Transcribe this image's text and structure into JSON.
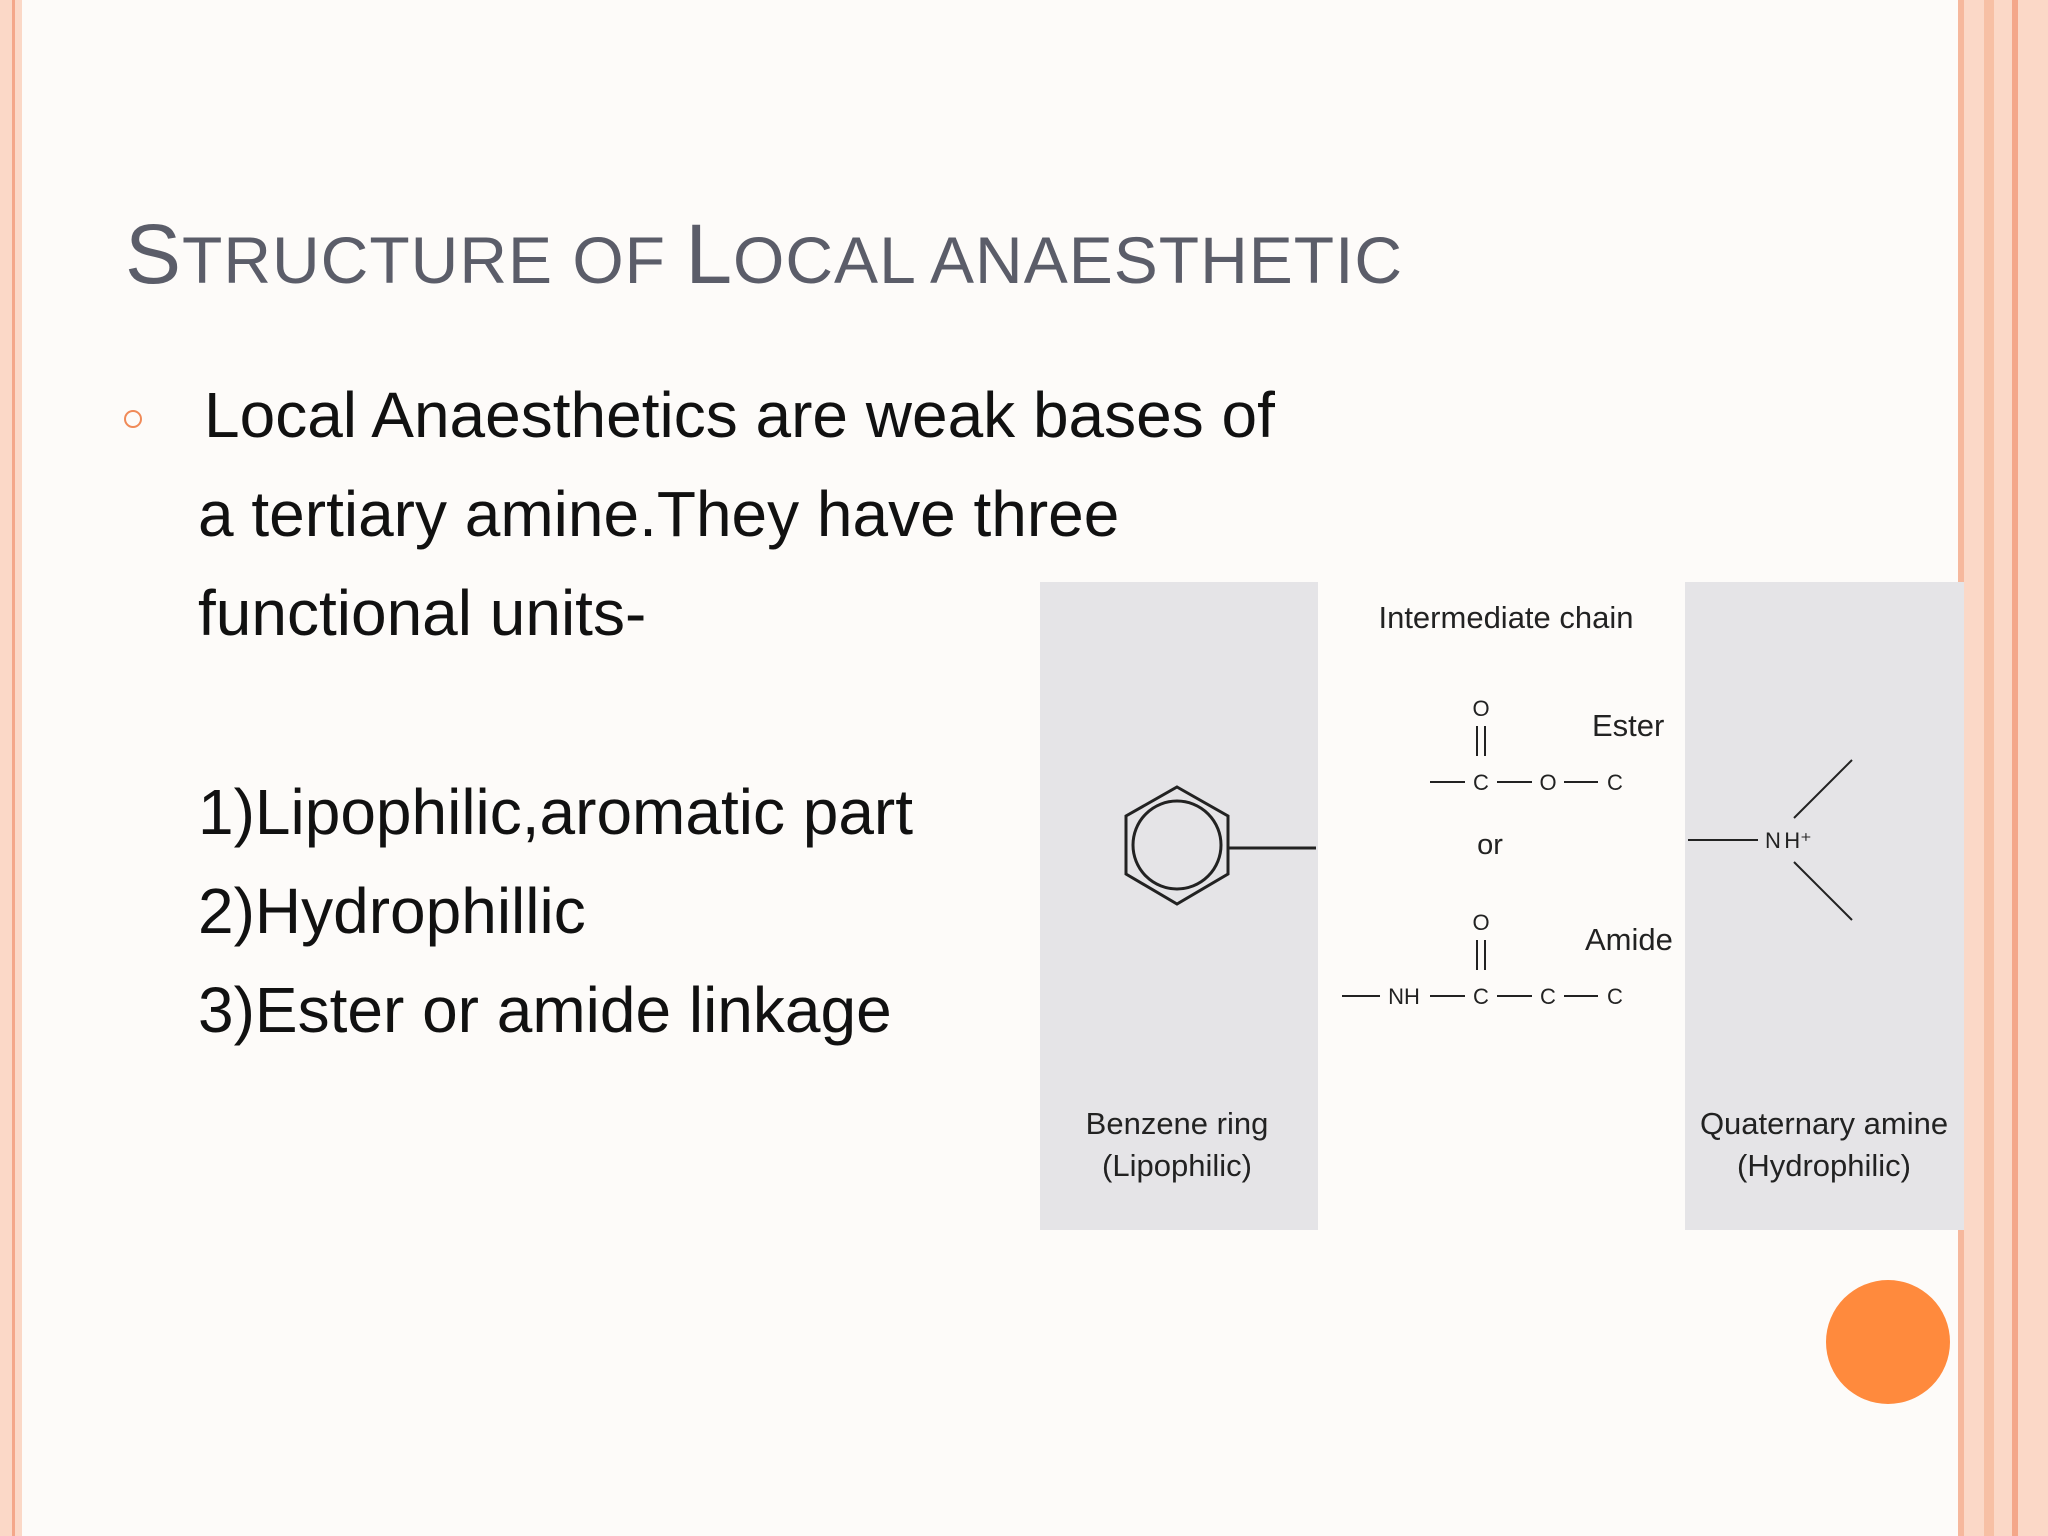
{
  "slide": {
    "title_parts": {
      "s": "S",
      "tructure_of": "TRUCTURE OF ",
      "l": "L",
      "ocal_anaesthetic": "OCAL ANAESTHETIC"
    },
    "bullet_lines": [
      "Local Anaesthetics are weak bases of",
      "a tertiary amine.They have three",
      "functional units-"
    ],
    "list_items": [
      "1)Lipophilic,aromatic part",
      "2)Hydrophillic",
      "3)Ester or amide linkage"
    ]
  },
  "diagram": {
    "intermediate_label": "Intermediate chain",
    "ester_label": "Ester",
    "amide_label": "Amide",
    "or_label": "or",
    "atom_o": "O",
    "atom_c": "C",
    "atom_nh": "NH",
    "atom_n": "N",
    "atom_h_plus": "H⁺",
    "benzene_label_1": "Benzene ring",
    "benzene_label_2": "(Lipophilic)",
    "amine_label_1": "Quaternary amine",
    "amine_label_2": "(Hydrophilic)"
  },
  "colors": {
    "title": "#5b5d69",
    "accent": "#f08a58",
    "orange_dot": "#ff8a3d",
    "panel": "#e5e4e7"
  }
}
